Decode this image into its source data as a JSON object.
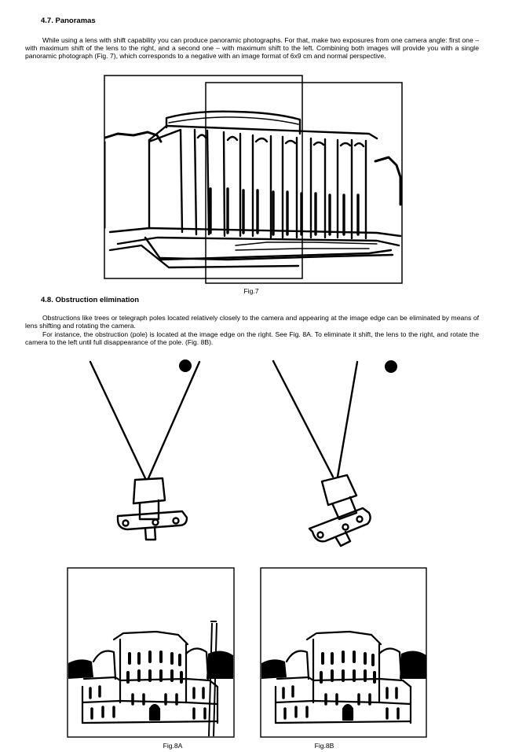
{
  "section_1": {
    "heading": "4.7. Panoramas",
    "paragraph": "While using a lens with shift capability you can produce panoramic photographs.  For that, make two exposures from one camera angle: first one – with maximum shift of the lens to the right, and a second one – with maximum shift to the left. Combining both images will provide you with a single panoramic photograph (Fig. 7), which corresponds to a negative with an image format of 6x9 cm and normal perspective."
  },
  "fig7": {
    "caption": "Fig.7"
  },
  "section_2": {
    "heading": "4.8. Obstruction elimination",
    "paragraph_1": "Obstructions like trees or telegraph poles located relatively closely to the camera and appearing at the image edge can be eliminated by means of lens shifting and rotating the camera.",
    "paragraph_2": "For instance, the obstruction (pole) is located at the image edge on the right. See Fig. 8A. To eliminate it shift, the lens to the right, and rotate the camera to the left until full disappearance of the pole.  (Fig. 8B)."
  },
  "fig8a": {
    "caption": "Fig.8A"
  },
  "fig8b": {
    "caption": "Fig.8B"
  }
}
